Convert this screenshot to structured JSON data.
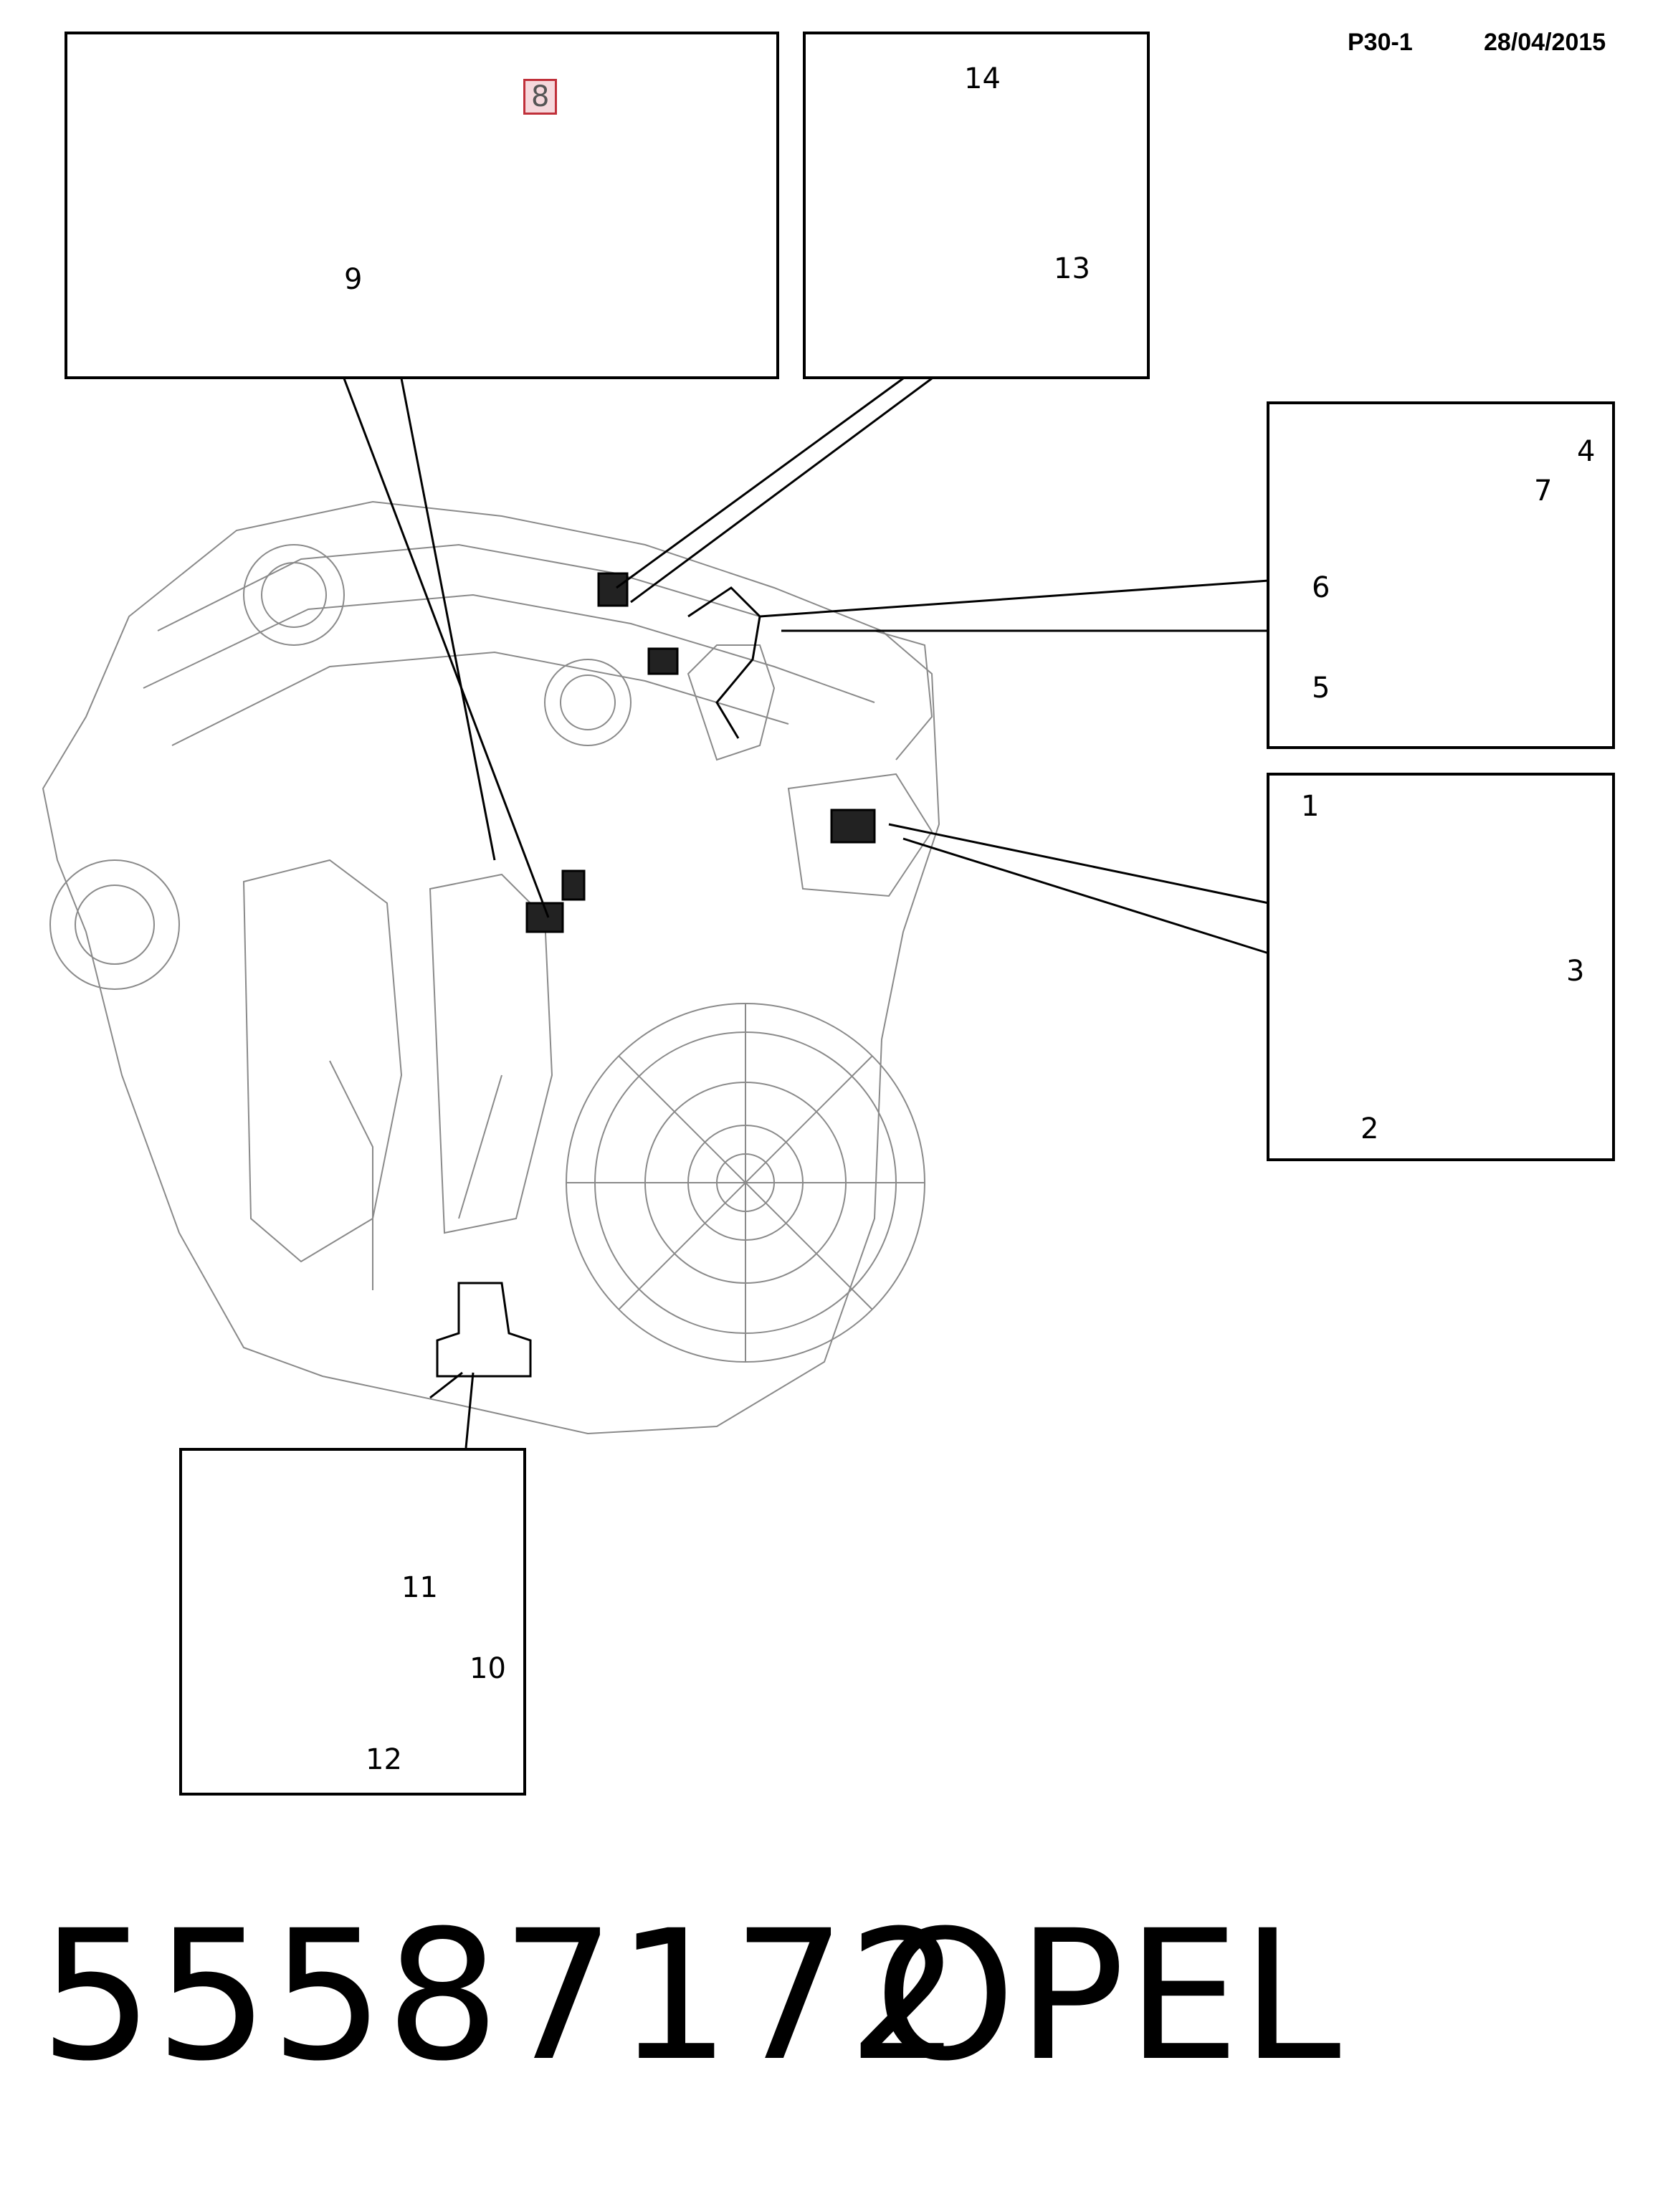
{
  "header": {
    "page_ref": "P30-1",
    "date": "28/04/2015"
  },
  "callouts": {
    "n1": "1",
    "n2": "2",
    "n3": "3",
    "n4": "4",
    "n5": "5",
    "n6": "6",
    "n7": "7",
    "n8": "8",
    "n9": "9",
    "n10": "10",
    "n11": "11",
    "n12": "12",
    "n13": "13",
    "n14": "14"
  },
  "highlighted_part": "8",
  "footer": {
    "part_number": "55587172",
    "brand": "OPEL"
  },
  "colors": {
    "highlight_border": "#c0303a",
    "highlight_fill": "#f6d8dc",
    "line": "#000000"
  }
}
